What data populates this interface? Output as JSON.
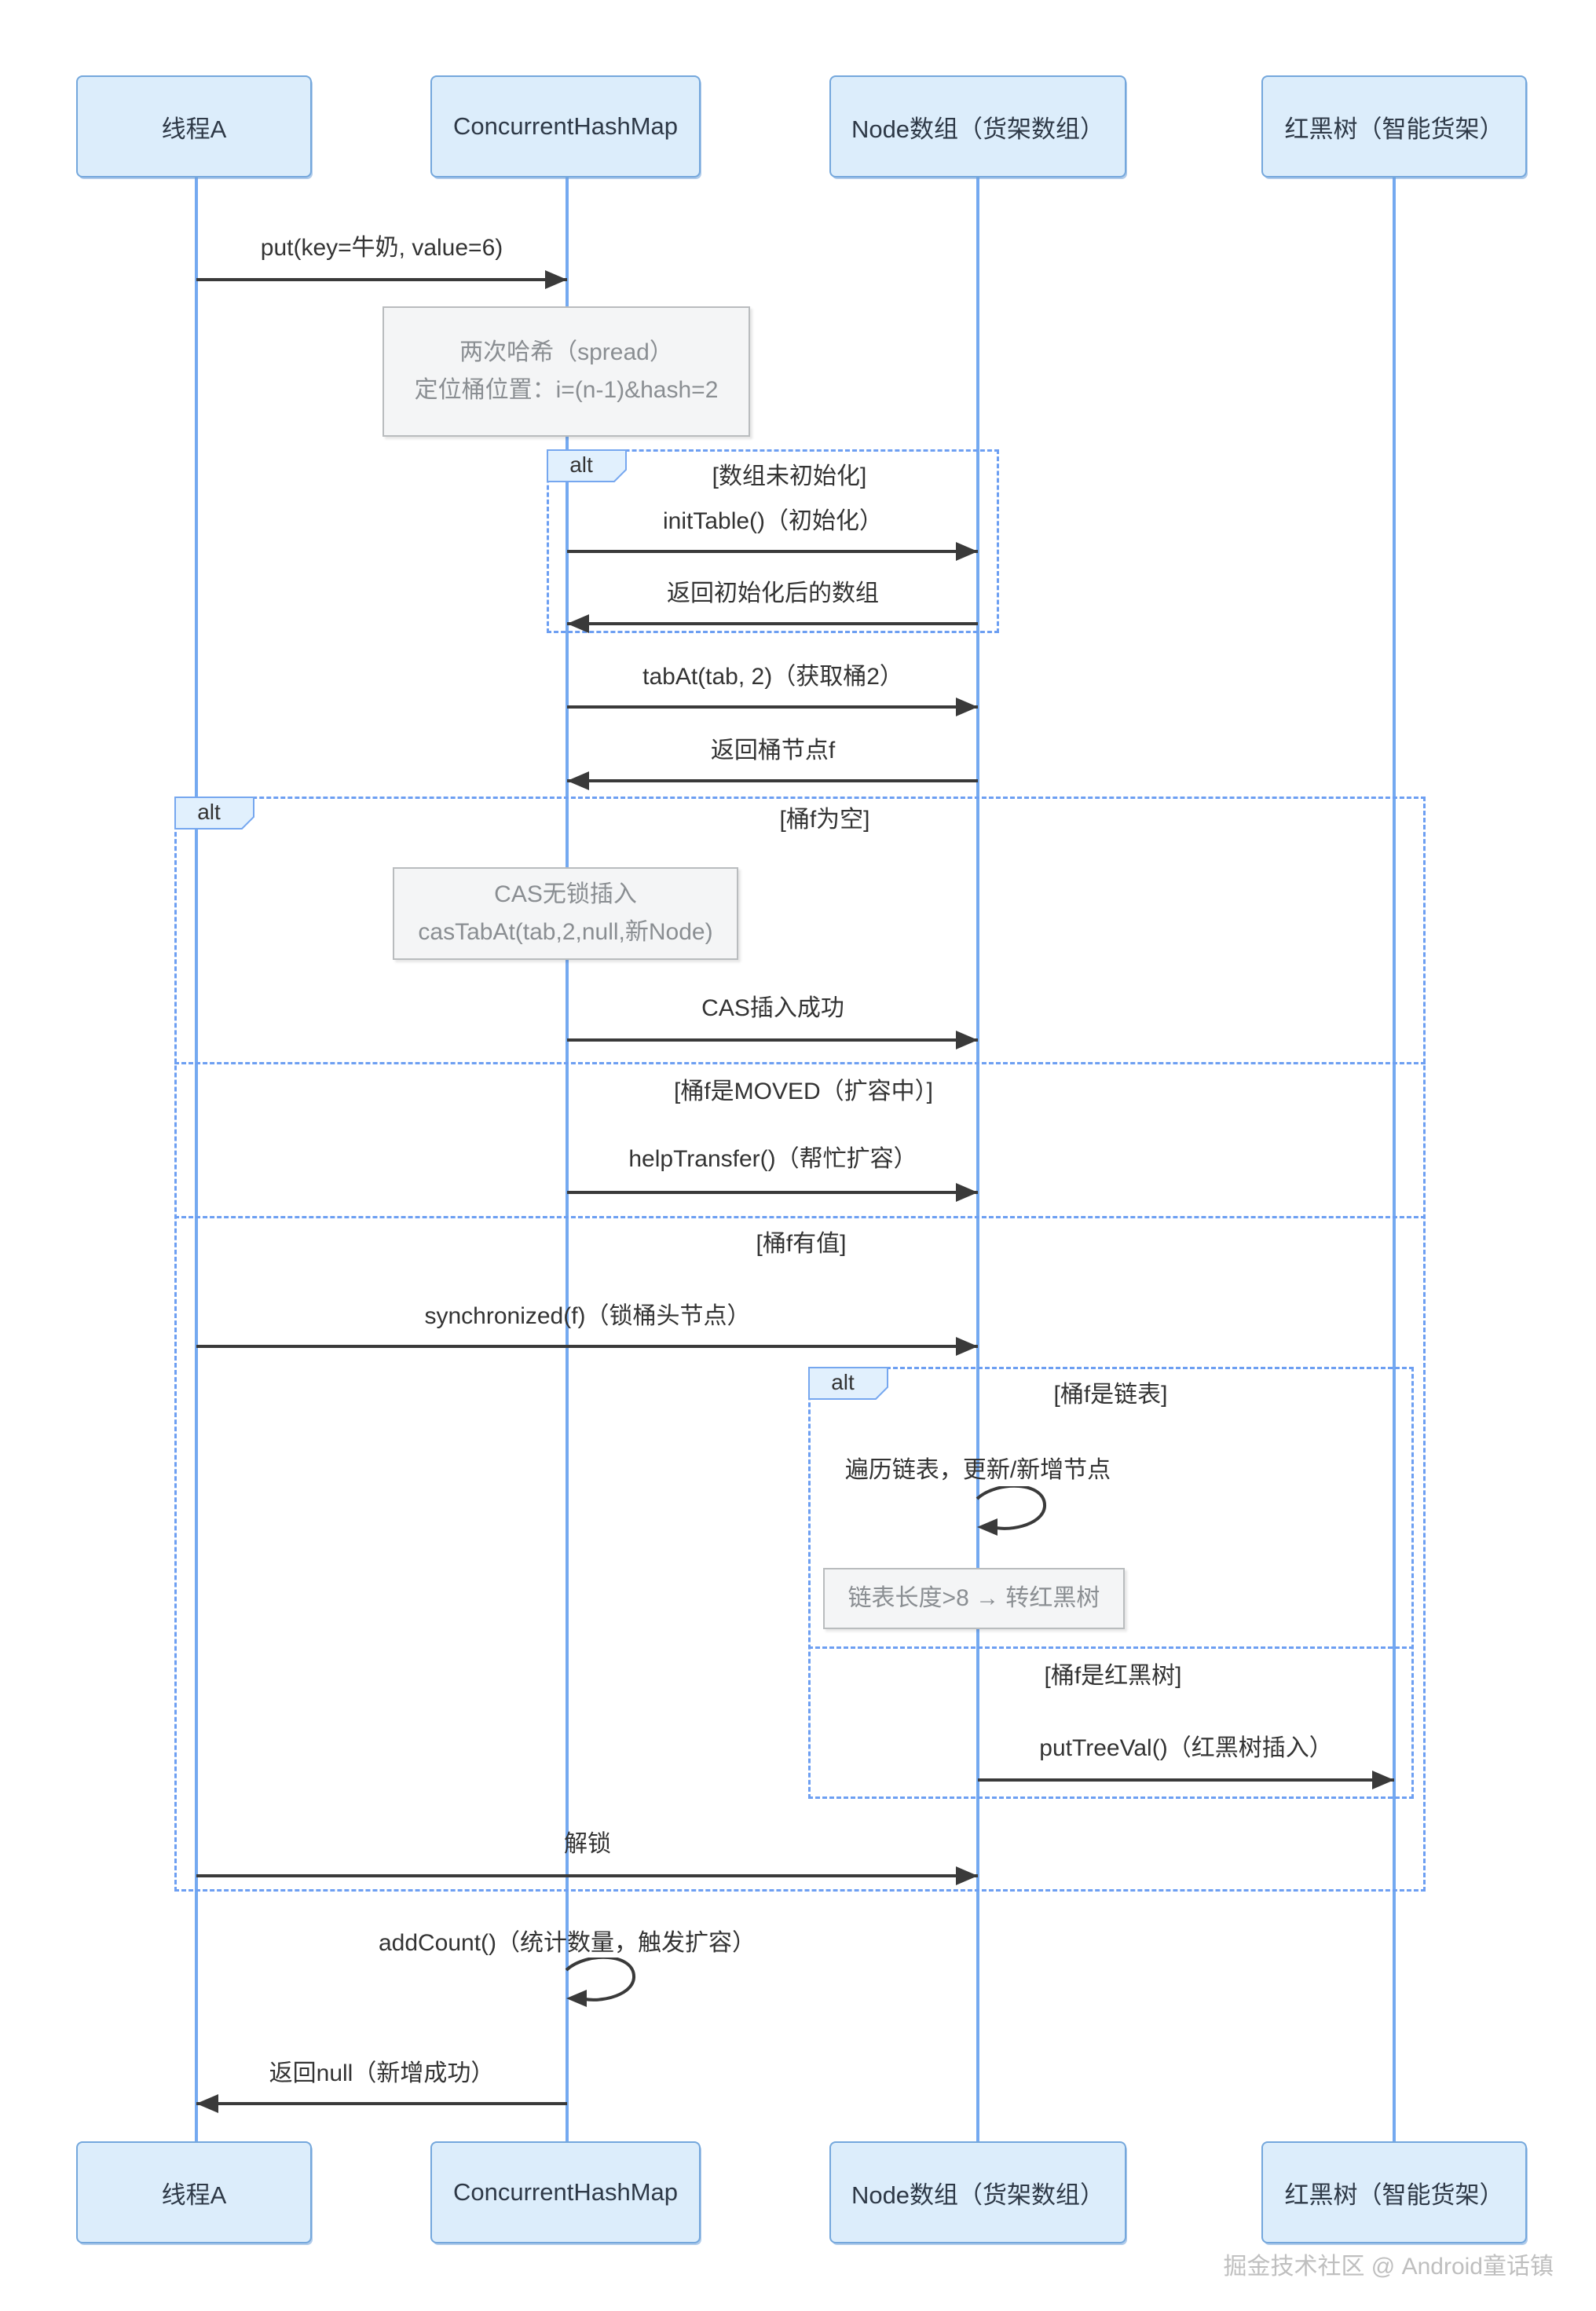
{
  "participants": [
    {
      "label": "线程A"
    },
    {
      "label": "ConcurrentHashMap"
    },
    {
      "label": "Node数组（货架数组）"
    },
    {
      "label": "红黑树（智能货架）"
    }
  ],
  "fragments": {
    "init": {
      "operator": "alt",
      "conditions": [
        "[数组未初始化]"
      ]
    },
    "bucket": {
      "operator": "alt",
      "conditions": [
        "[桶f为空]",
        "[桶f是MOVED（扩容中）]",
        "[桶f有值]"
      ]
    },
    "chain": {
      "operator": "alt",
      "conditions": [
        "[桶f是链表]",
        "[桶f是红黑树]"
      ]
    }
  },
  "notes": {
    "spread": {
      "lines": [
        "两次哈希（spread）",
        "定位桶位置：i=(n-1)&hash=2"
      ]
    },
    "cas": {
      "lines": [
        "CAS无锁插入",
        "casTabAt(tab,2,null,新Node)"
      ]
    },
    "treeify": {
      "lines": [
        "链表长度>8 → 转红黑树"
      ]
    }
  },
  "messages": {
    "put": "put(key=牛奶, value=6)",
    "init_table": "initTable()（初始化）",
    "return_inited": "返回初始化后的数组",
    "tab_at": "tabAt(tab, 2)（获取桶2）",
    "return_bucket": "返回桶节点f",
    "cas_success": "CAS插入成功",
    "help_transfer": "helpTransfer()（帮忙扩容）",
    "synchronized_lock": "synchronized(f)（锁桶头节点）",
    "traverse": "遍历链表，更新/新增节点",
    "put_tree_val": "putTreeVal()（红黑树插入）",
    "unlock": "解锁",
    "add_count": "addCount()（统计数量，触发扩容）",
    "return_null": "返回null（新增成功）"
  },
  "watermark": "掘金技术社区 @ Android童话镇",
  "colors": {
    "participant_fill": "#dcedfb",
    "participant_border": "#74a7dc",
    "lifeline": "#74a9f0",
    "fragment_border": "#6d9ff2",
    "fragment_tab_fill": "#e1f0fd",
    "note_fill": "#f4f5f6",
    "note_border": "#b9bcbe",
    "note_text": "#8a8e92",
    "message_text": "#333333",
    "arrow": "#3a3a3a",
    "watermark_text": "#bfbfbf"
  }
}
